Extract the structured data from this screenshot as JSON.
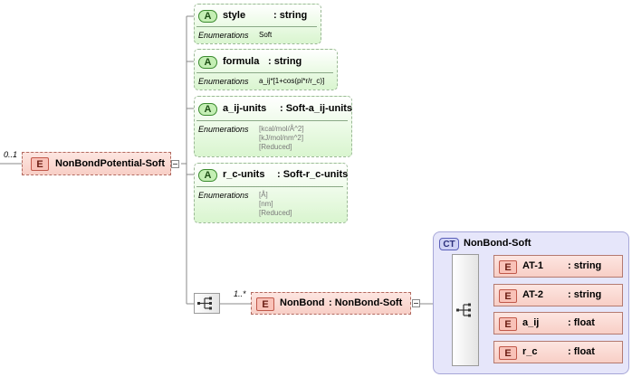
{
  "root": {
    "badge": "E",
    "name": "NonBondPotential-Soft",
    "multiplicity": "0..1"
  },
  "attributes": [
    {
      "badge": "A",
      "name": "style",
      "type": ": string",
      "enum_label": "Enumerations",
      "enum_values": [
        "Soft"
      ]
    },
    {
      "badge": "A",
      "name": "formula",
      "type": ": string",
      "enum_label": "Enumerations",
      "enum_values": [
        "a_ij*[1+cos(pi*r/r_c)]"
      ]
    },
    {
      "badge": "A",
      "name": "a_ij-units",
      "type": ": Soft-a_ij-units",
      "enum_label": "Enumerations",
      "enum_values": [
        "[kcal/mol/Å^2]",
        "[kJ/mol/nm^2]",
        "[Reduced]"
      ]
    },
    {
      "badge": "A",
      "name": "r_c-units",
      "type": ": Soft-r_c-units",
      "enum_label": "Enumerations",
      "enum_values": [
        "[Å]",
        "[nm]",
        "[Reduced]"
      ]
    }
  ],
  "nonbond": {
    "badge": "E",
    "name": "NonBond",
    "type": ": NonBond-Soft",
    "multiplicity": "1..*"
  },
  "complex_type": {
    "badge": "CT",
    "name": "NonBond-Soft",
    "children": [
      {
        "badge": "E",
        "name": "AT-1",
        "type": ": string"
      },
      {
        "badge": "E",
        "name": "AT-2",
        "type": ": string"
      },
      {
        "badge": "E",
        "name": "a_ij",
        "type": ": float"
      },
      {
        "badge": "E",
        "name": "r_c",
        "type": ": float"
      }
    ]
  },
  "colors": {
    "element_fill": "#f8cfc6",
    "attribute_fill": "#d9f5cf",
    "complex_type_fill": "#e6e6fa"
  }
}
